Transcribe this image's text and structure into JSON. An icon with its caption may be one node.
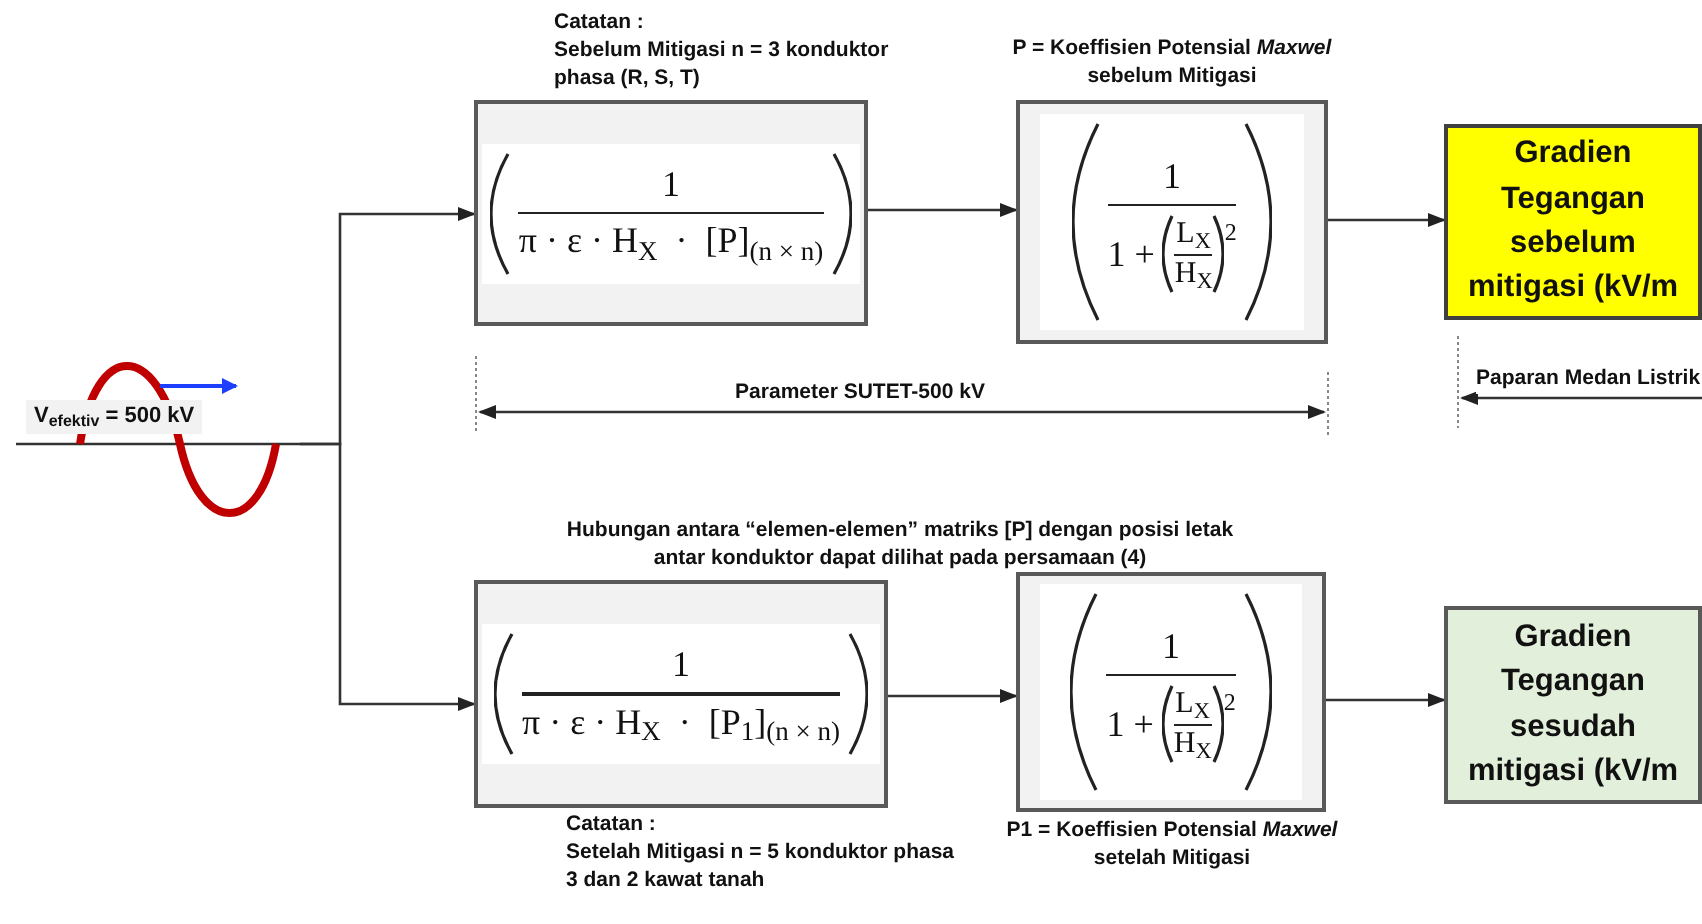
{
  "diagram": {
    "nodes": [
      {
        "text": [
          "V$_{efektiv}$ = 500 kV"
        ]
      },
      {
        "text": [
          "1",
          "π · ε · H$_{X}$  ·  [P]$_{(n × n)}$"
        ],
        "beside": [
          "Catatan :",
          "Sebelum Mitigasi n = 3 konduktor phasa (R, S, T)"
        ]
      },
      {
        "text": [
          "1",
          "1 +",
          "L$_{X}$",
          "H$_{X}$",
          "2"
        ],
        "beside": [
          "P = Koeffisien Potensial *Maxwel* sebelum Mitigasi"
        ]
      },
      {
        "text": [
          "Gradien Tegangan sebelum mitigasi (kV/m"
        ]
      },
      {
        "text": [
          "1",
          "π · ε · H$_{X}$  ·  [P$_{1}$]$_{(n × n)}$"
        ],
        "beside": [
          "Catatan :",
          "Setelah Mitigasi n = 5 konduktor phasa 3 dan 2 kawat tanah"
        ]
      },
      {
        "text": [
          "1",
          "1 +",
          "L$_{X}$",
          "H$_{X}$",
          "2"
        ],
        "beside": [
          "P1 = Koeffisien Potensial *Maxwel* setelah Mitigasi"
        ]
      },
      {
        "text": [
          "Gradien Tegangan sesudah mitigasi (kV/m"
        ]
      }
    ],
    "edges": [
      {
        "from": 0,
        "to": 1,
        "arrow": "to"
      },
      {
        "from": 0,
        "to": 4,
        "arrow": "to"
      },
      {
        "from": 1,
        "to": 2,
        "arrow": "to"
      },
      {
        "from": 2,
        "to": 3,
        "arrow": "to"
      },
      {
        "from": 4,
        "to": 5,
        "arrow": "to"
      },
      {
        "from": 5,
        "to": 6,
        "arrow": "to"
      }
    ],
    "labels": [
      "Parameter SUTET-500 kV",
      "Paparan Medan Listrik",
      "Hubungan antara “elemen-elemen” matriks [P]  dengan posisi letak antar konduktor dapat dilihat pada persamaan (4)"
    ]
  }
}
